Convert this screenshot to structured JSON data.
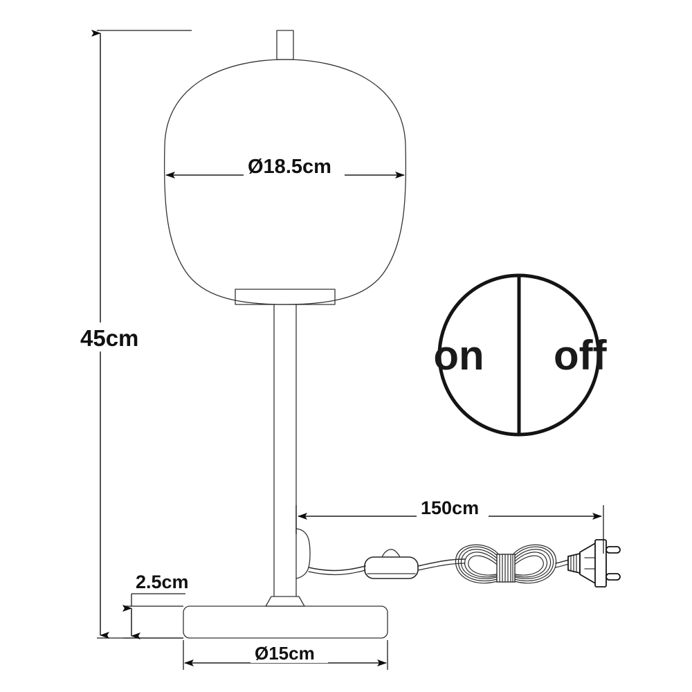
{
  "drawing": {
    "title": "Table lamp technical dimension drawing",
    "background_color": "#ffffff",
    "line_color": "#222222",
    "dimension_color": "#1a1a1a"
  },
  "dimensions": {
    "total_height": {
      "label": "45cm",
      "value": 45,
      "unit": "cm",
      "orientation": "vertical",
      "measures": "overall lamp height"
    },
    "shade_diameter": {
      "label": "Ø18.5cm",
      "value": 18.5,
      "unit": "cm",
      "orientation": "horizontal",
      "measures": "lamp shade diameter"
    },
    "base_height": {
      "label": "2.5cm",
      "value": 2.5,
      "unit": "cm",
      "orientation": "vertical",
      "measures": "base plinth height"
    },
    "base_diameter": {
      "label": "Ø15cm",
      "value": 15,
      "unit": "cm",
      "orientation": "horizontal",
      "measures": "base diameter"
    },
    "cord_length": {
      "label": "150cm",
      "value": 150,
      "unit": "cm",
      "orientation": "horizontal",
      "measures": "power cord length"
    }
  },
  "switch_symbol": {
    "name": "on-off-switch-indicator",
    "on_label": "on",
    "off_label": "off",
    "shape": "circle-split-vertically"
  },
  "lamp_parts": [
    {
      "name": "finial",
      "label": "top finial stem"
    },
    {
      "name": "shade",
      "label": "globe lamp shade"
    },
    {
      "name": "shade-collar",
      "label": "shade bottom collar"
    },
    {
      "name": "stem",
      "label": "vertical stem pole"
    },
    {
      "name": "cord-outlet",
      "label": "cord exit bulge"
    },
    {
      "name": "base",
      "label": "round base plinth"
    }
  ],
  "cord_parts": [
    {
      "name": "inline-switch",
      "label": "inline rocker switch"
    },
    {
      "name": "cable-coil",
      "label": "coiled cable bundle"
    },
    {
      "name": "cable-tie",
      "label": "cable tie band"
    },
    {
      "name": "euro-plug",
      "label": "european two-pin plug"
    }
  ]
}
